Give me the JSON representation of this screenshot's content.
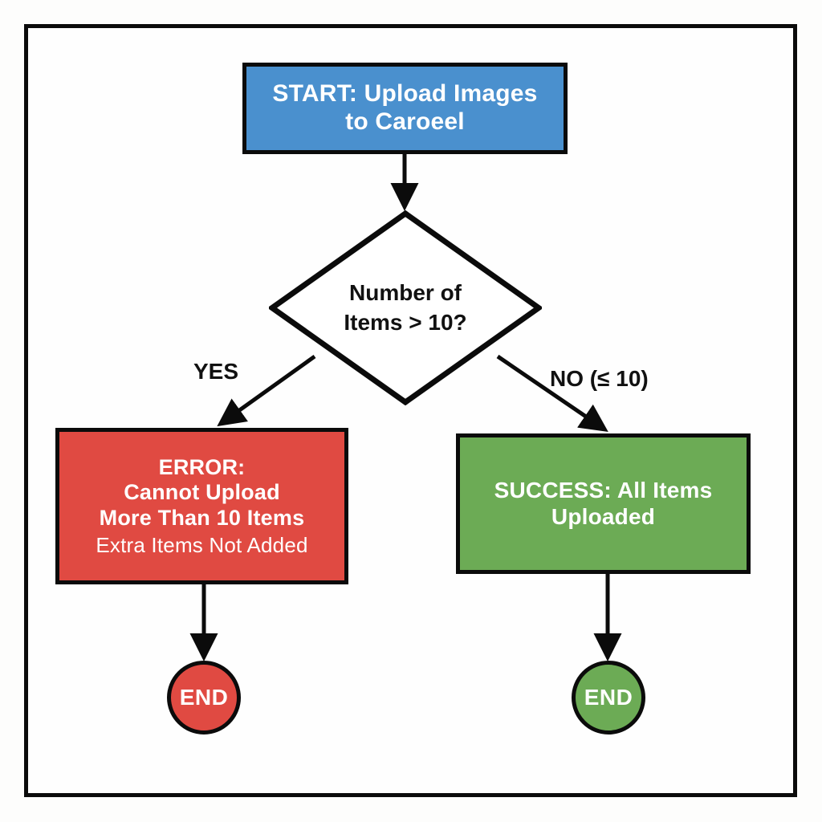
{
  "diagram": {
    "type": "flowchart",
    "orientation": "top-down",
    "background_color": "#fefefe",
    "frame_color": "#0b0b0b"
  },
  "palette": {
    "start_fill": "#4a90ce",
    "error_fill": "#e04a42",
    "success_fill": "#6cab55",
    "stroke": "#0b0b0b",
    "node_text": "#ffffff",
    "label_text": "#111111"
  },
  "nodes": {
    "start": {
      "shape": "rectangle",
      "lines": [
        "START: Upload Images",
        "to Caroeel"
      ]
    },
    "decision": {
      "shape": "diamond",
      "lines": [
        "Number of",
        "Items > 10?"
      ]
    },
    "error": {
      "shape": "rectangle",
      "lines": [
        "ERROR:",
        "Cannot Upload",
        "More Than 10 Items"
      ],
      "sub_line": "Extra Items Not Added"
    },
    "success": {
      "shape": "rectangle",
      "lines": [
        "SUCCESS: All Items",
        "Uploaded"
      ]
    },
    "end_error": {
      "shape": "circle",
      "label": "END"
    },
    "end_success": {
      "shape": "circle",
      "label": "END"
    }
  },
  "edges": {
    "start_to_decision": {
      "label": ""
    },
    "decision_to_error": {
      "label": "YES"
    },
    "decision_to_success": {
      "label": "NO (≤ 10)"
    },
    "error_to_end": {
      "label": ""
    },
    "success_to_end": {
      "label": ""
    }
  }
}
